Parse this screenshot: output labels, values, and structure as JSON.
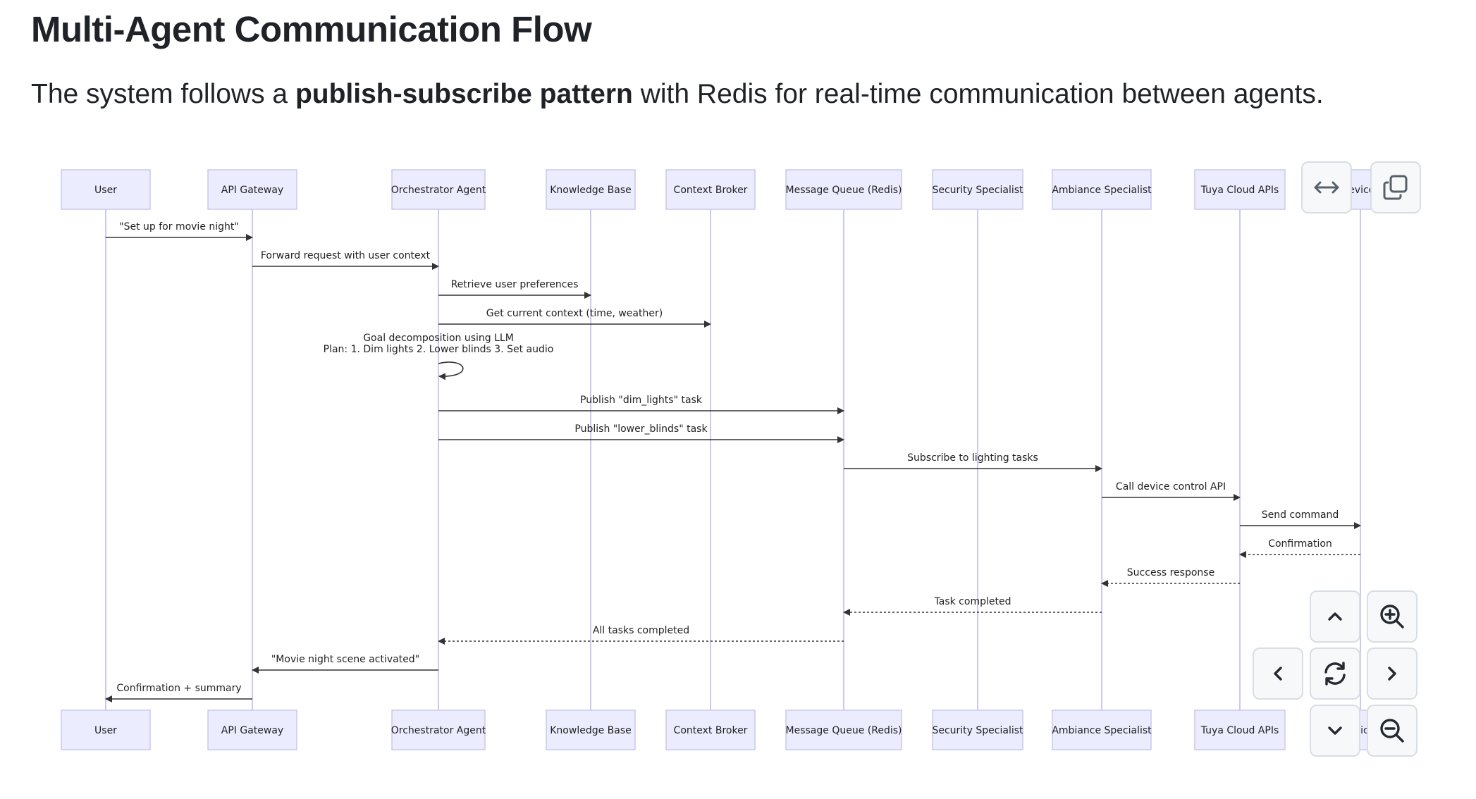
{
  "page": {
    "title": "Multi-Agent Communication Flow",
    "intro_before": "The system follows a ",
    "intro_bold": "publish-subscribe pattern",
    "intro_after": " with Redis for real-time communication between agents."
  },
  "diagram": {
    "type": "sequence",
    "participants": [
      "User",
      "API Gateway",
      "Orchestrator Agent",
      "Knowledge Base",
      "Context Broker",
      "Message Queue (Redis)",
      "Security Specialist",
      "Ambiance Specialist",
      "Tuya Cloud APIs",
      "Devices"
    ],
    "messages": [
      {
        "from": 0,
        "to": 1,
        "label": "\"Set up for movie night\"",
        "style": "solid"
      },
      {
        "from": 1,
        "to": 2,
        "label": "Forward request with user context",
        "style": "solid"
      },
      {
        "from": 2,
        "to": 3,
        "label": "Retrieve user preferences",
        "style": "solid"
      },
      {
        "from": 2,
        "to": 4,
        "label": "Get current context (time, weather)",
        "style": "solid"
      },
      {
        "from": 2,
        "to": 2,
        "label": "Goal decomposition using LLM",
        "label2": "Plan: 1. Dim lights 2. Lower blinds 3. Set audio",
        "style": "self"
      },
      {
        "from": 2,
        "to": 5,
        "label": "Publish \"dim_lights\" task",
        "style": "solid"
      },
      {
        "from": 2,
        "to": 5,
        "label": "Publish \"lower_blinds\" task",
        "style": "solid"
      },
      {
        "from": 5,
        "to": 7,
        "label": "Subscribe to lighting tasks",
        "style": "solid"
      },
      {
        "from": 7,
        "to": 8,
        "label": "Call device control API",
        "style": "solid"
      },
      {
        "from": 8,
        "to": 9,
        "label": "Send command",
        "style": "solid"
      },
      {
        "from": 9,
        "to": 8,
        "label": "Confirmation",
        "style": "dotted"
      },
      {
        "from": 8,
        "to": 7,
        "label": "Success response",
        "style": "dotted"
      },
      {
        "from": 7,
        "to": 5,
        "label": "Task completed",
        "style": "dotted"
      },
      {
        "from": 5,
        "to": 2,
        "label": "All tasks completed",
        "style": "dotted"
      },
      {
        "from": 2,
        "to": 1,
        "label": "\"Movie night scene activated\"",
        "style": "solid"
      },
      {
        "from": 1,
        "to": 0,
        "label": "Confirmation + summary",
        "style": "solid"
      }
    ]
  },
  "controls": {
    "expand": "expand-horizontal-icon",
    "copy": "copy-icon",
    "pan_up": "chevron-up-icon",
    "zoom_in": "zoom-in-icon",
    "pan_left": "chevron-left-icon",
    "reset": "refresh-icon",
    "pan_right": "chevron-right-icon",
    "pan_down": "chevron-down-icon",
    "zoom_out": "zoom-out-icon"
  },
  "colors": {
    "actor_fill": "#ececff",
    "actor_stroke": "#c8c8ef",
    "lifeline": "#cbc9ee",
    "message": "#333333",
    "control_bg": "#f6f8fa",
    "control_border": "#d8dee4"
  }
}
